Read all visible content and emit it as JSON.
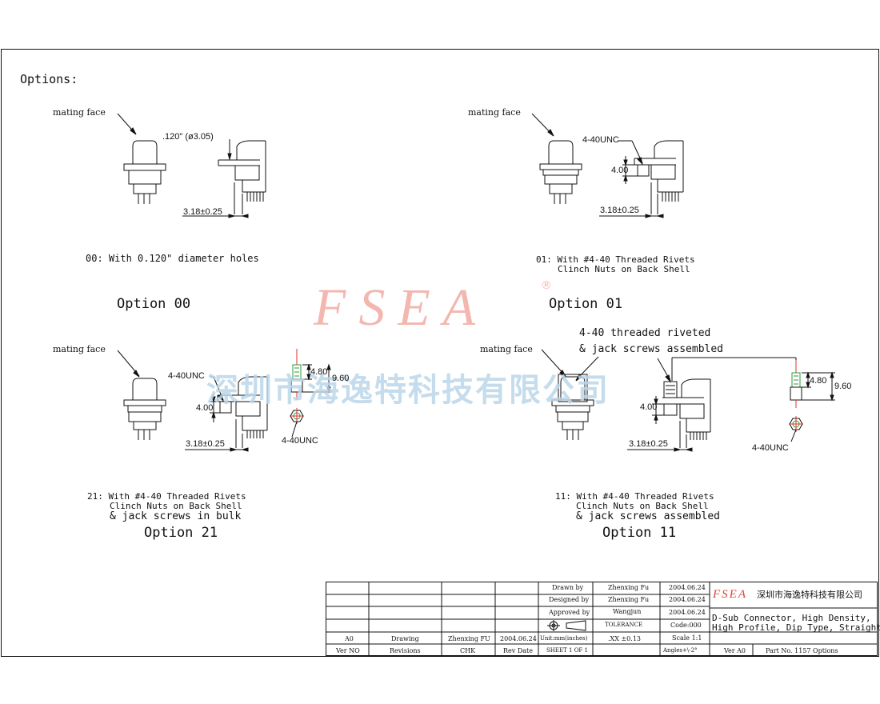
{
  "heading": "Options:",
  "watermark": {
    "brand": "FSEA",
    "reg": "®",
    "company": "深圳市海逸特科技有限公司"
  },
  "opt00": {
    "mating_face": "mating face",
    "hole_dim": ".120\" (ø3.05)",
    "offset_dim": "3.18±0.25",
    "caption": "00: With 0.120\" diameter holes",
    "title": "Option 00"
  },
  "opt01": {
    "mating_face": "mating face",
    "thread": "4-40UNC",
    "height": "4.00",
    "offset_dim": "3.18±0.25",
    "caption_line1": "01: With #4-40 Threaded Rivets",
    "caption_line2": "Clinch Nuts on Back Shell",
    "title": "Option 01"
  },
  "opt21": {
    "mating_face": "mating face",
    "thread": "4-40UNC",
    "height": "4.00",
    "offset_dim": "3.18±0.25",
    "screw_short": "4.80",
    "screw_long": "9.60",
    "screw_thread": "4-40UNC",
    "caption_line1": "21: With #4-40 Threaded Rivets",
    "caption_line2": "Clinch Nuts on Back Shell",
    "caption_line3": "& jack screws in bulk",
    "title": "Option 21"
  },
  "opt11": {
    "mating_face": "mating face",
    "note_line1": "4-40 threaded riveted",
    "note_line2": "& jack screws assembled",
    "height": "4.00",
    "offset_dim": "3.18±0.25",
    "screw_short": "4.80",
    "screw_long": "9.60",
    "screw_thread": "4-40UNC",
    "caption_line1": "11: With #4-40 Threaded Rivets",
    "caption_line2": "Clinch Nuts on Back Shell",
    "caption_line3": "& jack screws assembled",
    "title": "Option 11"
  },
  "title_block": {
    "rev_row": {
      "ver": "A0",
      "revisions": "Drawing",
      "chk": "Zhenxing FU",
      "date": "2004.06.24",
      "units": "Unit:mm(inches)"
    },
    "header_row": {
      "ver": "Ver NO",
      "revisions": "Revisions",
      "chk": "CHK",
      "date": "Rev Date",
      "sheet": "SHEET 1 OF 1"
    },
    "drawn_label": "Drawn by",
    "drawn_name": "Zhenxing Fu",
    "drawn_date": "2004.06.24",
    "designed_label": "Designed by",
    "designed_name": "Zhenxing Fu",
    "designed_date": "2004.06.24",
    "approved_label": "Approved by",
    "approved_name": "Wangjun",
    "approved_date": "2004.06.24",
    "tolerance_label": "TOLERANCE",
    "tolerance_value": ".XX ±0.13",
    "code": "Code:000",
    "scale": "Scale 1:1",
    "angles": "Angles+\\-2°",
    "logo": "FSEA",
    "company": "深圳市海逸特科技有限公司",
    "desc_line1": "D-Sub Connector, High Density,",
    "desc_line2": "High Profile, Dip Type, Straight",
    "ver": "Ver A0",
    "part_no": "Part No. 1157 Options"
  }
}
